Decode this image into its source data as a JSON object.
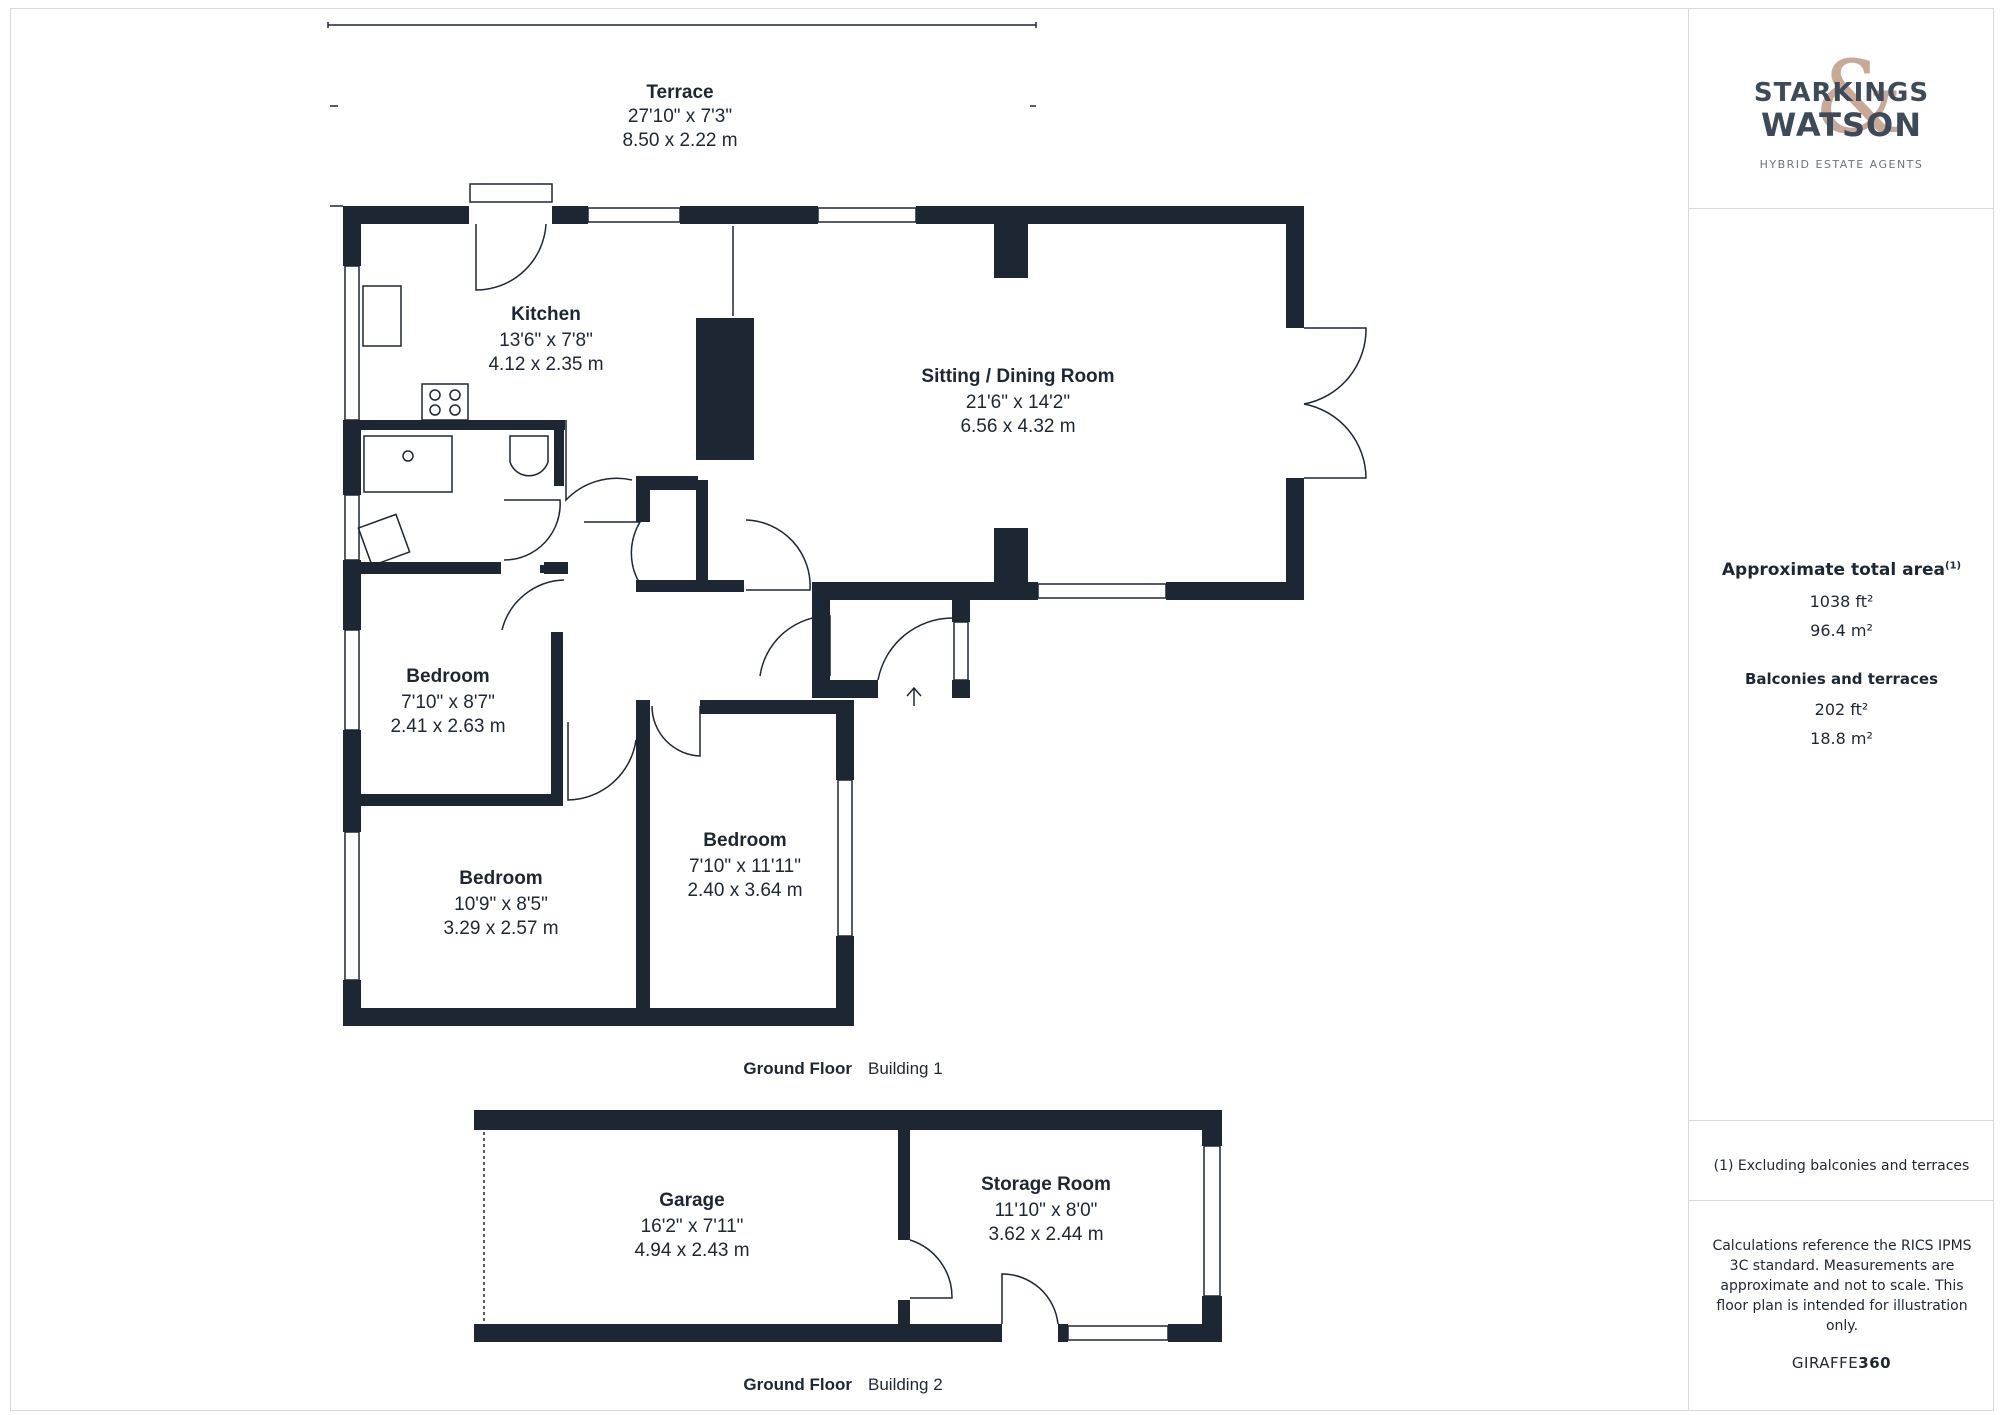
{
  "brand": {
    "logo_line1": "STARKINGS",
    "logo_line2": "WATSON",
    "logo_mark": "&",
    "tagline": "HYBRID ESTATE AGENTS"
  },
  "rooms": {
    "terrace": {
      "name": "Terrace",
      "imperial": "27'10\" x 7'3\"",
      "metric": "8.50 x 2.22 m"
    },
    "kitchen": {
      "name": "Kitchen",
      "imperial": "13'6\" x 7'8\"",
      "metric": "4.12 x 2.35 m"
    },
    "sitting": {
      "name": "Sitting / Dining Room",
      "imperial": "21'6\" x 14'2\"",
      "metric": "6.56 x 4.32 m"
    },
    "bedroom1": {
      "name": "Bedroom",
      "imperial": "7'10\" x 8'7\"",
      "metric": "2.41 x 2.63 m"
    },
    "bedroom2": {
      "name": "Bedroom",
      "imperial": "10'9\" x 8'5\"",
      "metric": "3.29 x 2.57 m"
    },
    "bedroom3": {
      "name": "Bedroom",
      "imperial": "7'10\" x 11'11\"",
      "metric": "2.40 x 3.64 m"
    },
    "garage": {
      "name": "Garage",
      "imperial": "16'2\" x 7'11\"",
      "metric": "4.94 x 2.43 m"
    },
    "storage": {
      "name": "Storage Room",
      "imperial": "11'10\" x 8'0\"",
      "metric": "3.62 x 2.44 m"
    }
  },
  "floors": [
    {
      "level": "Ground Floor",
      "building": "Building 1"
    },
    {
      "level": "Ground Floor",
      "building": "Building 2"
    }
  ],
  "area": {
    "heading": "Approximate total area",
    "heading_note": "(1)",
    "total_ft": "1038 ft²",
    "total_m": "96.4 m²",
    "balconies_heading": "Balconies and terraces",
    "balconies_ft": "202 ft²",
    "balconies_m": "18.8 m²"
  },
  "footnote": "(1) Excluding balconies and terraces",
  "disclaimer": "Calculations reference the RICS IPMS 3C standard. Measurements are approximate and not to scale. This floor plan is intended for illustration only.",
  "credit": {
    "prefix": "GIRAFFE",
    "suffix": "360"
  },
  "colors": {
    "wall": "#1d2733",
    "logo_accent": "#c8a996",
    "frame": "#d6d9dd"
  }
}
